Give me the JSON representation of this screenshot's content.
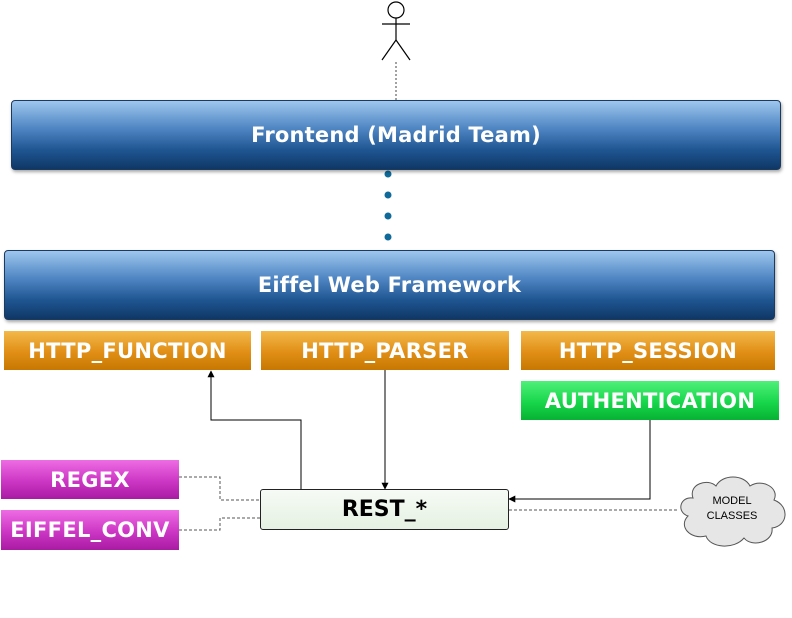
{
  "layers": {
    "frontend": {
      "label": "Frontend (Madrid Team)"
    },
    "framework": {
      "label": "Eiffel Web Framework"
    }
  },
  "libraries": {
    "http_function": "HTTP_FUNCTION",
    "http_parser": "HTTP_PARSER",
    "http_session": "HTTP_SESSION",
    "authentication": "AUTHENTICATION",
    "regex": "REGEX",
    "eiffel_conv": "EIFFEL_CONV"
  },
  "core": {
    "label": "REST_*"
  },
  "model": {
    "line1": "MODEL",
    "line2": "CLASSES"
  },
  "colors": {
    "layer_blue": "#1f5692",
    "library_orange": "#e08e16",
    "library_green": "#17d64b",
    "library_magenta": "#cc36c4",
    "connector_dot": "#0f6a99"
  }
}
